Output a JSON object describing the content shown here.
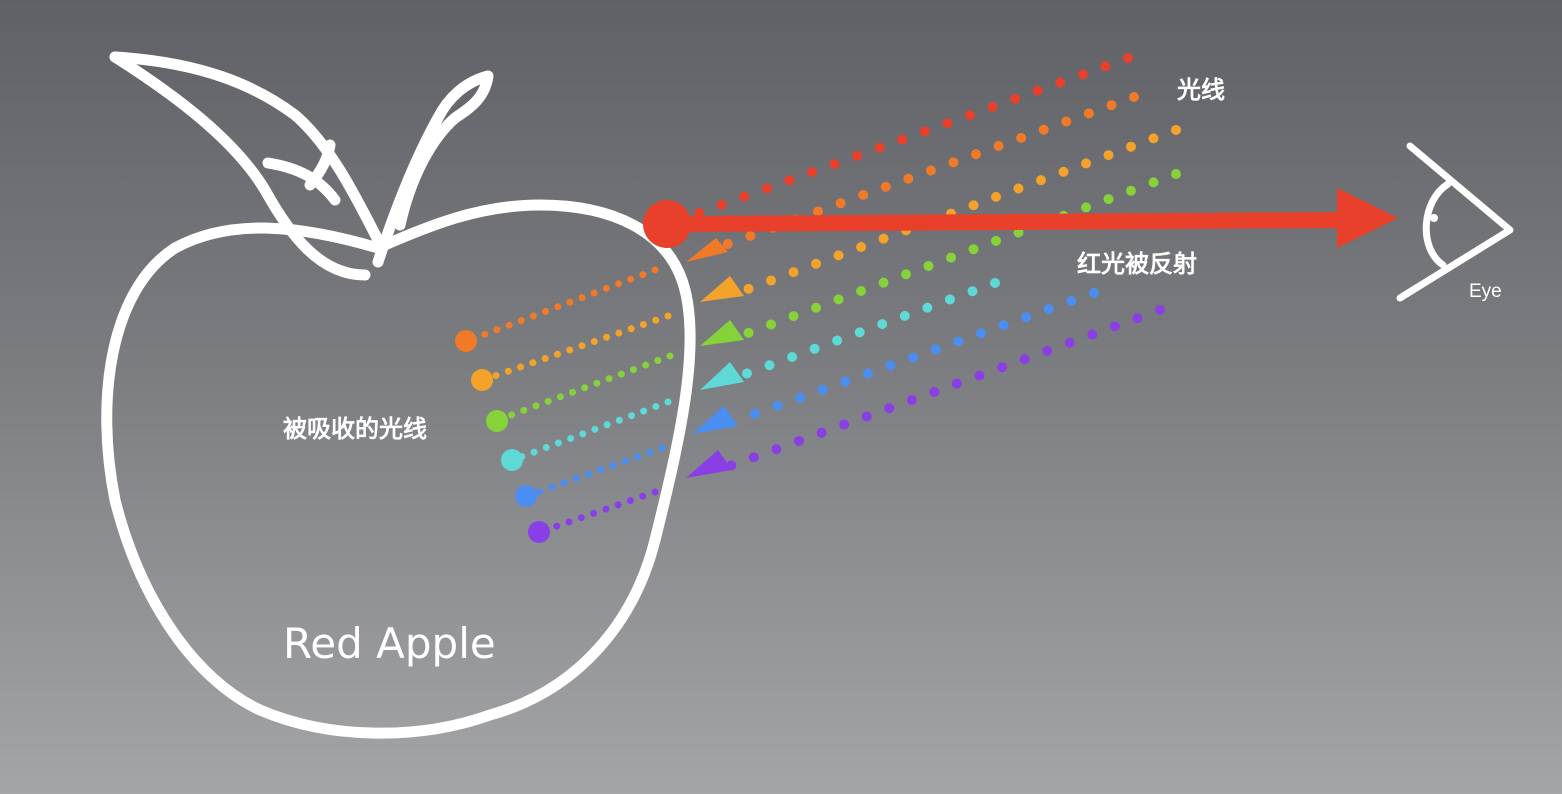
{
  "labels": {
    "light_rays": "光线",
    "red_reflected": "红光被反射",
    "absorbed": "被吸收的光线",
    "apple_name": "Red Apple",
    "eye": "Eye"
  },
  "icons": [
    "apple-outline-icon",
    "eye-icon"
  ],
  "colors": {
    "red": "#e8402a",
    "orange": "#f07a28",
    "amber": "#f3a22a",
    "green": "#86d23a",
    "cyan": "#5fd8d8",
    "blue": "#4b8ef2",
    "violet": "#8a3fe6",
    "outline": "#ffffff"
  }
}
